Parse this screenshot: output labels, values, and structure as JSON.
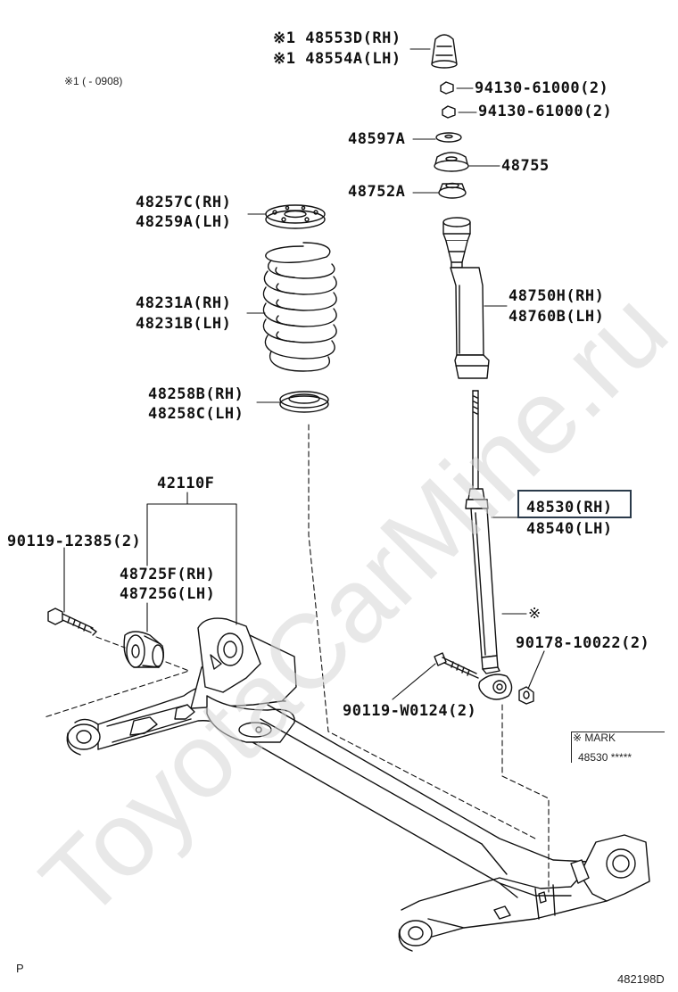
{
  "note_top": "※1 (        - 0908)",
  "callouts": {
    "bumper_rh": "※1 48553D(RH)",
    "bumper_lh": "※1 48554A(LH)",
    "nut_1": "94130-61000(2)",
    "nut_2": "94130-61000(2)",
    "washer": "48597A",
    "support": "48755",
    "bearing": "48752A",
    "spring_upper_seat_rh": "48257C(RH)",
    "spring_upper_seat_lh": "48259A(LH)",
    "boot_rh": "48750H(RH)",
    "boot_lh": "48760B(LH)",
    "spring_rh": "48231A(RH)",
    "spring_lh": "48231B(LH)",
    "spring_lower_seat_rh": "48258B(RH)",
    "spring_lower_seat_lh": "48258C(LH)",
    "axle_beam": "42110F",
    "bolt_axle": "90119-12385(2)",
    "bushing_rh": "48725F(RH)",
    "bushing_lh": "48725G(LH)",
    "absorber_rh": "48530(RH)",
    "absorber_lh": "48540(LH)",
    "mark_symbol": "※",
    "nut_lower": "90178-10022(2)",
    "bolt_lower": "90119-W0124(2)"
  },
  "mark_box": {
    "title": "※   MARK",
    "value": "48530 *****"
  },
  "page_code": "P",
  "diagram_id": "482198D",
  "watermark": "ToyotaCarMine.ru",
  "highlight_color": "#2a3a4a"
}
